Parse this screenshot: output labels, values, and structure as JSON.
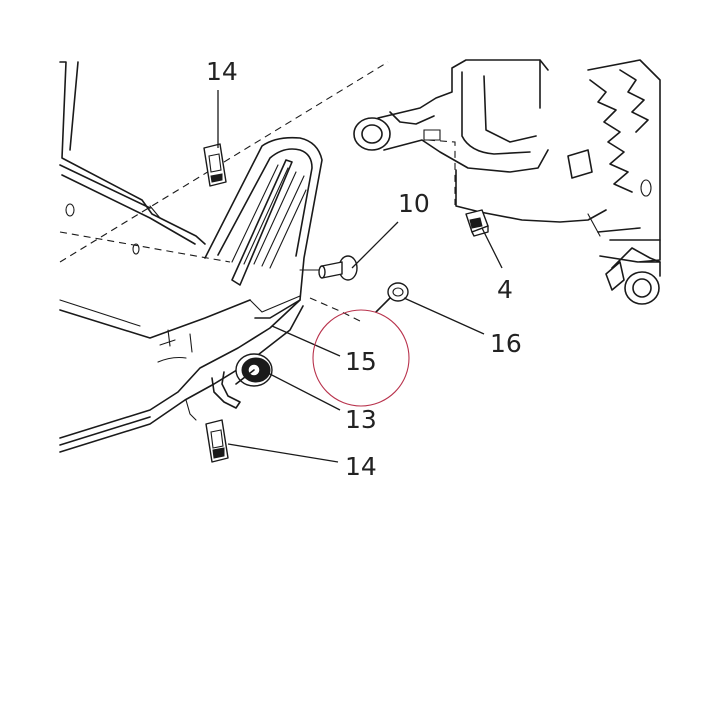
{
  "callouts": [
    {
      "id": "c14a",
      "number": "14"
    },
    {
      "id": "c10",
      "number": "10"
    },
    {
      "id": "c4",
      "number": "4"
    },
    {
      "id": "c16",
      "number": "16"
    },
    {
      "id": "c15",
      "number": "15"
    },
    {
      "id": "c13",
      "number": "13"
    },
    {
      "id": "c14b",
      "number": "14"
    }
  ],
  "colors": {
    "line": "#1a1a1a",
    "label": "#222222",
    "highlight": "#b8324c",
    "background": "#ffffff"
  }
}
